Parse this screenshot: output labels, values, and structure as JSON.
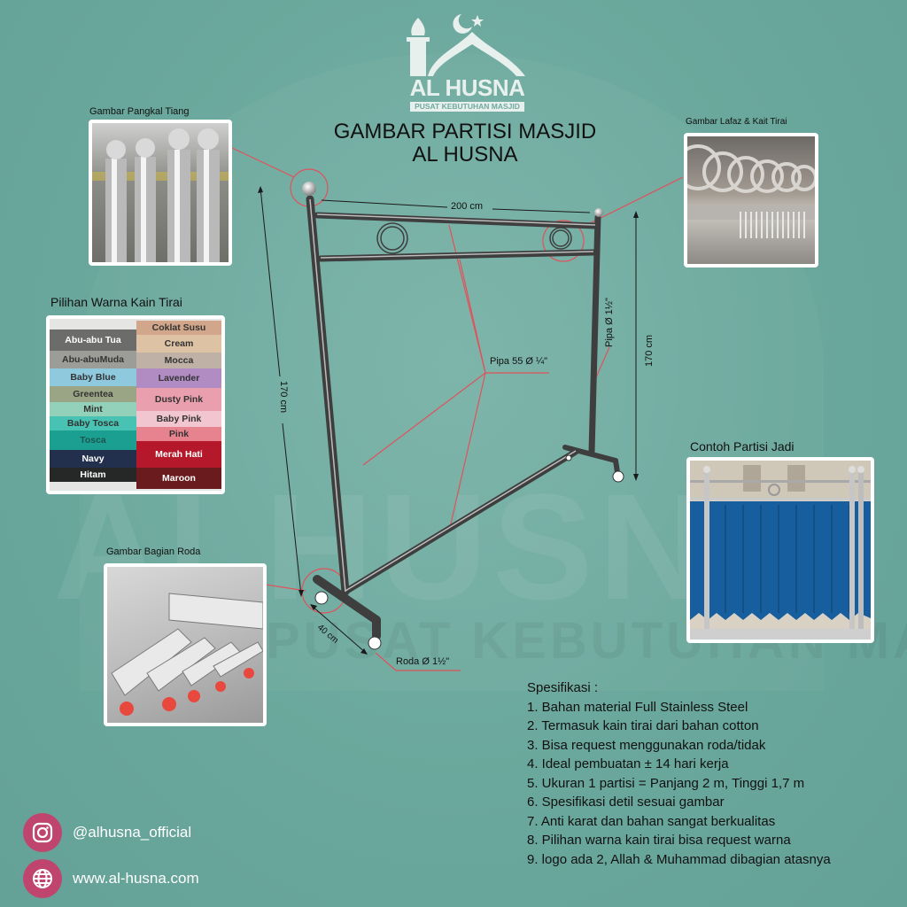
{
  "brand": {
    "name": "AL HUSNA",
    "tagline": "PUSAT KEBUTUHAN MASJID",
    "watermark": "ALHUSNA",
    "watermark_sub": "PUSAT KEBUTUHAN MASJID"
  },
  "title": {
    "line1": "GAMBAR PARTISI MASJID",
    "line2": "AL HUSNA"
  },
  "photos": {
    "pangkal": {
      "caption": "Gambar Pangkal Tiang"
    },
    "lafaz": {
      "caption": "Gambar Lafaz & Kait Tirai"
    },
    "warna": {
      "caption": "Pilihan Warna Kain Tirai"
    },
    "roda": {
      "caption": "Gambar Bagian Roda"
    },
    "contoh": {
      "caption": "Contoh Partisi Jadi"
    }
  },
  "fabric_colors": {
    "left": [
      {
        "name": "Abu-abu Tua",
        "color": "#6c6c6a",
        "text": "#ffffff"
      },
      {
        "name": "Abu-abuMuda",
        "color": "#9c9c99",
        "text": "#333333"
      },
      {
        "name": "Baby Blue",
        "color": "#8fc9de",
        "text": "#333333"
      },
      {
        "name": "Greentea",
        "color": "#9aa585",
        "text": "#333333"
      },
      {
        "name": "Mint",
        "color": "#93d1bb",
        "text": "#333333"
      },
      {
        "name": "Baby Tosca",
        "color": "#48c3b3",
        "text": "#333333"
      },
      {
        "name": "Tosca",
        "color": "#1a9f91",
        "text": "#1f5550"
      },
      {
        "name": "Navy",
        "color": "#23304d",
        "text": "#ffffff"
      },
      {
        "name": "Hitam",
        "color": "#262727",
        "text": "#ffffff"
      }
    ],
    "right": [
      {
        "name": "Coklat Susu",
        "color": "#d2a68a",
        "text": "#333333"
      },
      {
        "name": "Cream",
        "color": "#ddc2a3",
        "text": "#333333"
      },
      {
        "name": "Mocca",
        "color": "#bfb1a5",
        "text": "#333333"
      },
      {
        "name": "Lavender",
        "color": "#b08cc3",
        "text": "#333333"
      },
      {
        "name": "Dusty Pink",
        "color": "#e99fae",
        "text": "#333333"
      },
      {
        "name": "Baby Pink",
        "color": "#f1c6d0",
        "text": "#333333"
      },
      {
        "name": "Pink",
        "color": "#e7828f",
        "text": "#333333"
      },
      {
        "name": "Merah Hati",
        "color": "#b5182a",
        "text": "#ffffff"
      },
      {
        "name": "Maroon",
        "color": "#6a1b1e",
        "text": "#ffffff"
      }
    ]
  },
  "diagram": {
    "width_label": "200 cm",
    "height_left_label": "170 cm",
    "height_right_label": "170 cm",
    "base_label": "40 cm",
    "pipe_main_label": "Pipa Ø 1½\"",
    "pipe_small_label": "Pipa 55 Ø ¼\"",
    "wheel_label": "Roda Ø 1½\""
  },
  "specs": {
    "heading": "Spesifikasi :",
    "items": [
      "1. Bahan material Full Stainless Steel",
      "2. Termasuk kain tirai dari bahan cotton",
      "3. Bisa request menggunakan roda/tidak",
      "4. Ideal pembuatan ± 14 hari kerja",
      "5. Ukuran 1 partisi = Panjang 2 m, Tinggi 1,7 m",
      "6. Spesifikasi detil sesuai gambar",
      "7. Anti karat dan bahan sangat berkualitas",
      "8. Pilihan warna kain tirai bisa request warna",
      "9. logo ada 2, Allah & Muhammad dibagian atasnya"
    ]
  },
  "contact": {
    "instagram": "@alhusna_official",
    "website": "www.al-husna.com"
  },
  "colors": {
    "background": "#6fa99f",
    "accent_pink": "#c0456e",
    "callout_red": "#e0525a"
  }
}
